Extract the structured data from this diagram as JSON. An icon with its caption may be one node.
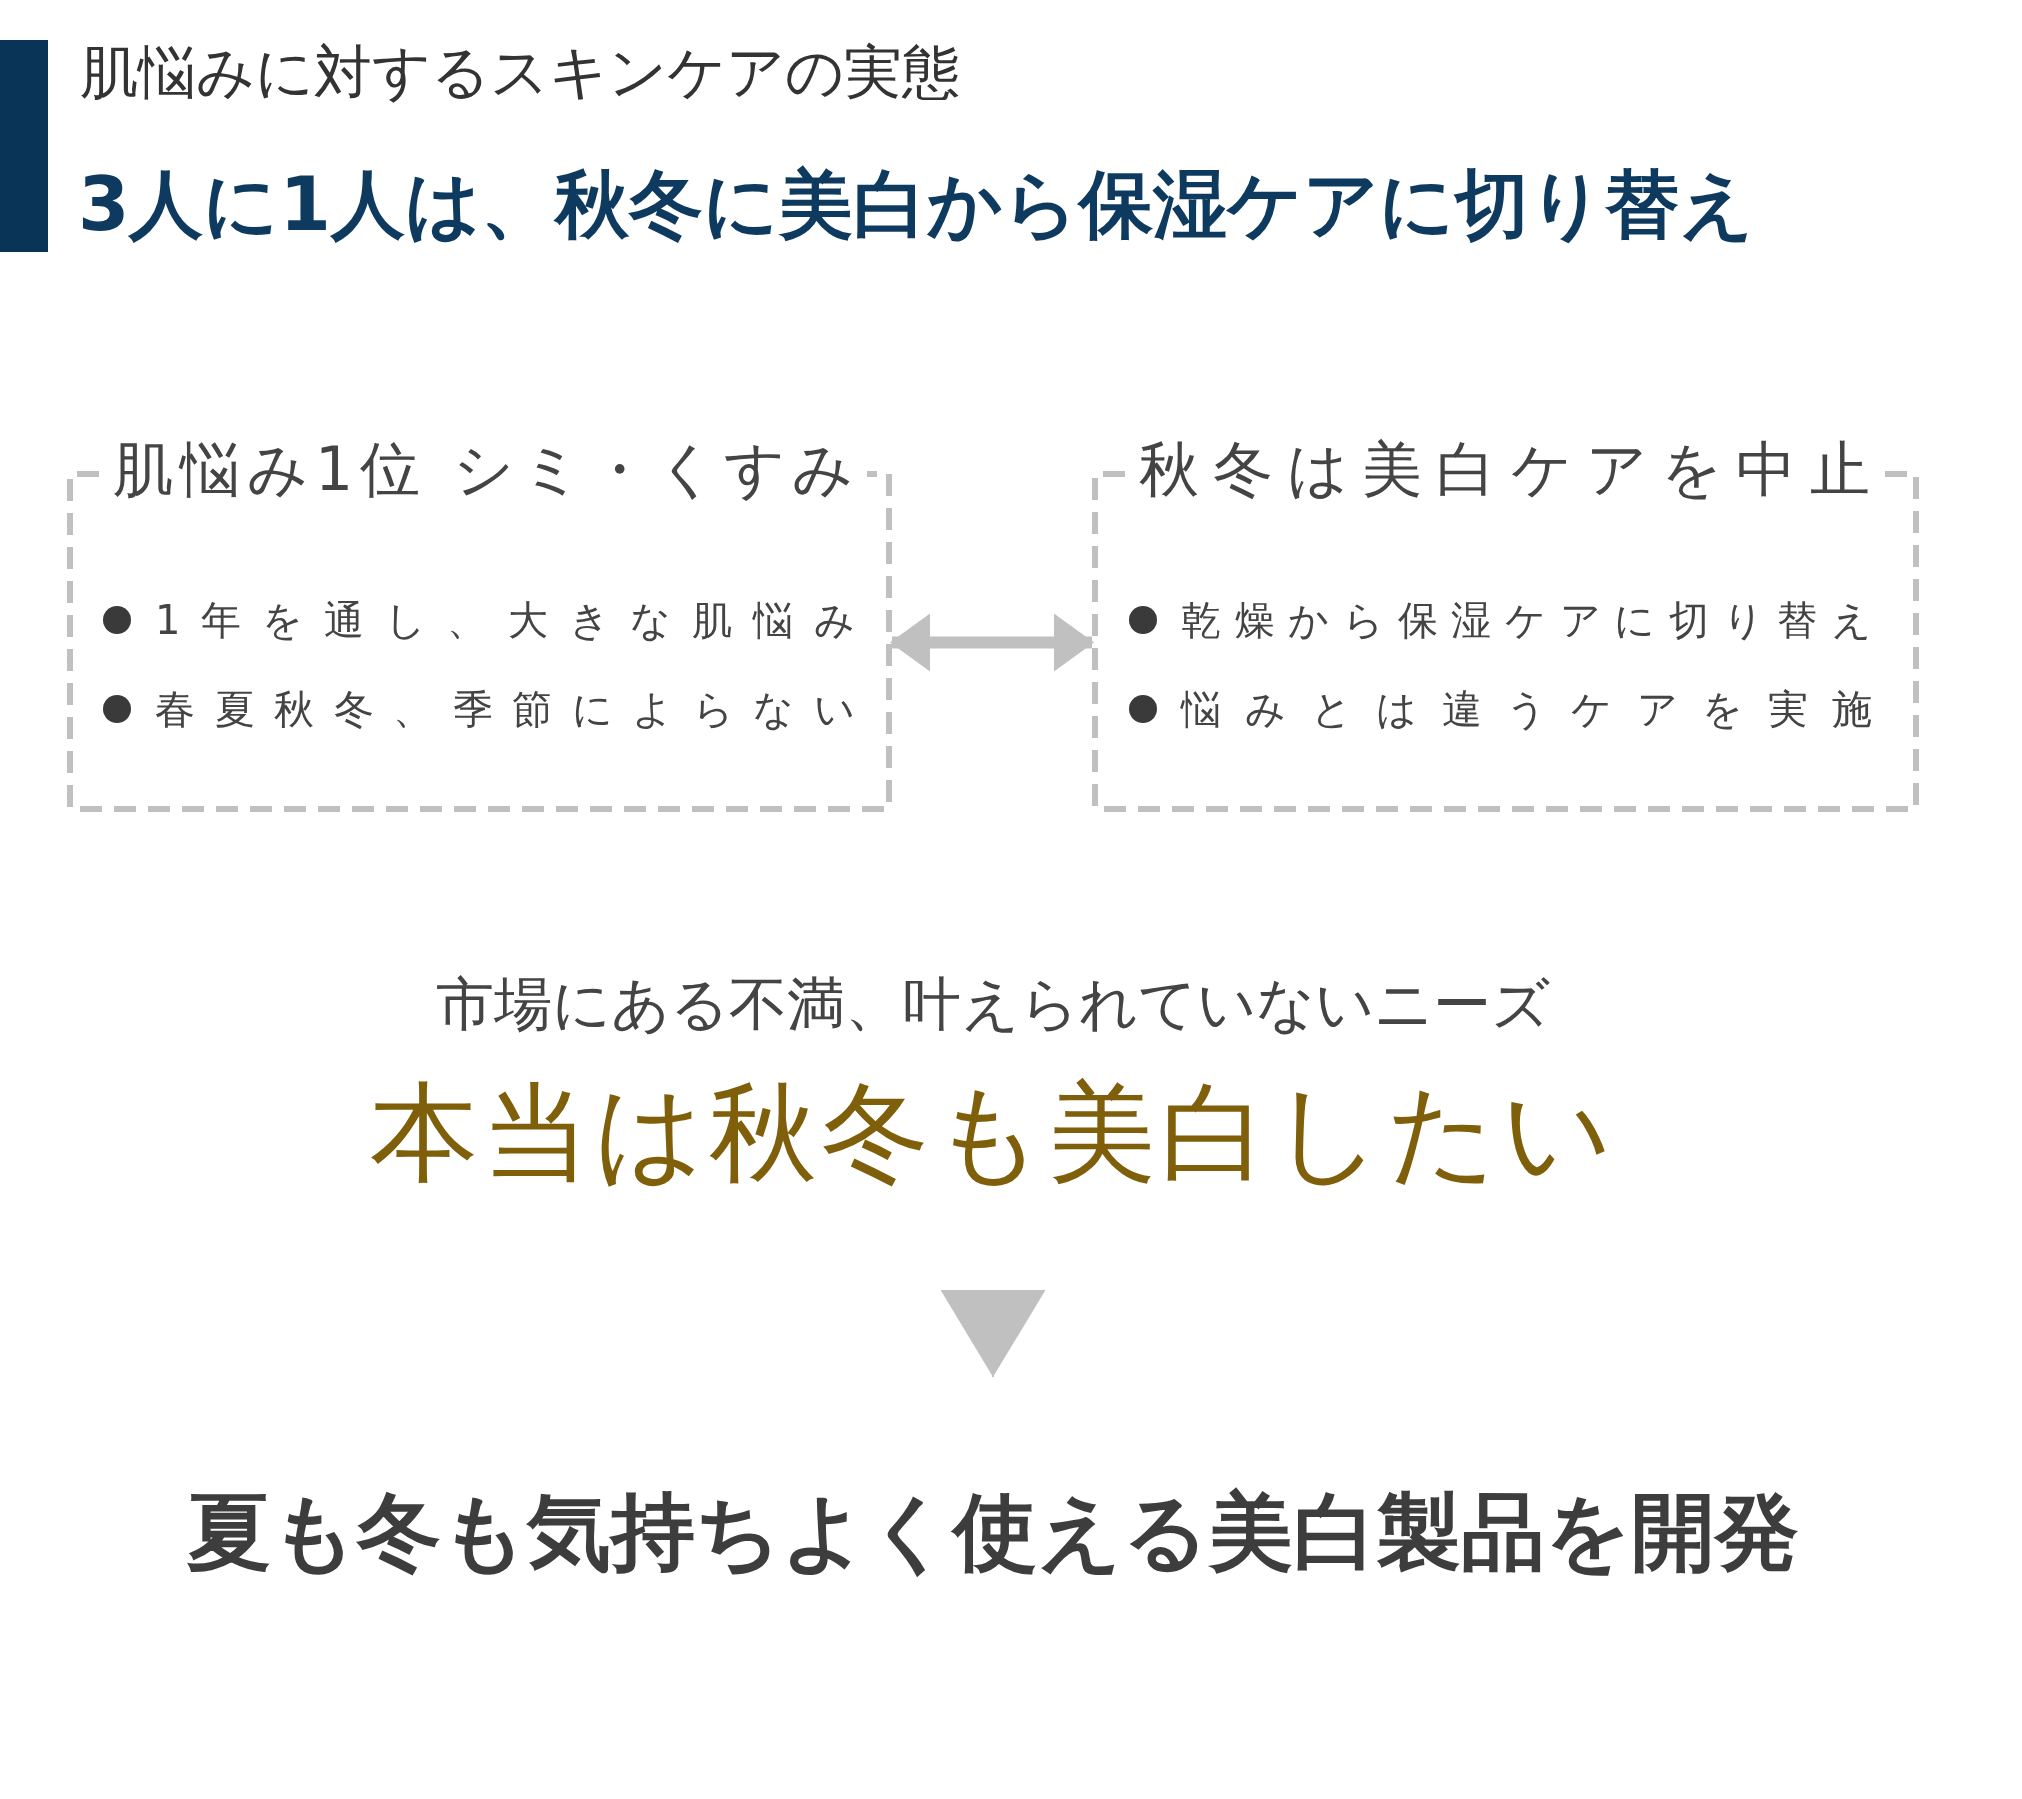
{
  "diagram": {
    "title": "肌悩みに対するスキンケアの実態",
    "nodes": [
      {
        "text": [
          "肌悩み1位 シミ・くすみ",
          "1年を通し、大きな肌悩み",
          "春夏秋冬、季節によらない"
        ]
      },
      {
        "text": [
          "秋冬は美白ケアを中止",
          "乾燥から保湿ケアに切り替え",
          "悩みとは違うケアを実施"
        ]
      },
      {
        "text": [
          "市場にある不満、叶えられていないニーズ",
          "本当は秋冬も美白したい"
        ]
      },
      {
        "text": [
          "夏も冬も気持ちよく使える美白製品を開発"
        ]
      }
    ],
    "edges": [
      {
        "from": 0,
        "to": 1,
        "arrow": "both",
        "style": "thick"
      },
      {
        "from": 2,
        "to": 3,
        "arrow": "to"
      }
    ],
    "labels": [
      "3人に1人は、秋冬に美白から保湿ケアに切り替え"
    ]
  }
}
